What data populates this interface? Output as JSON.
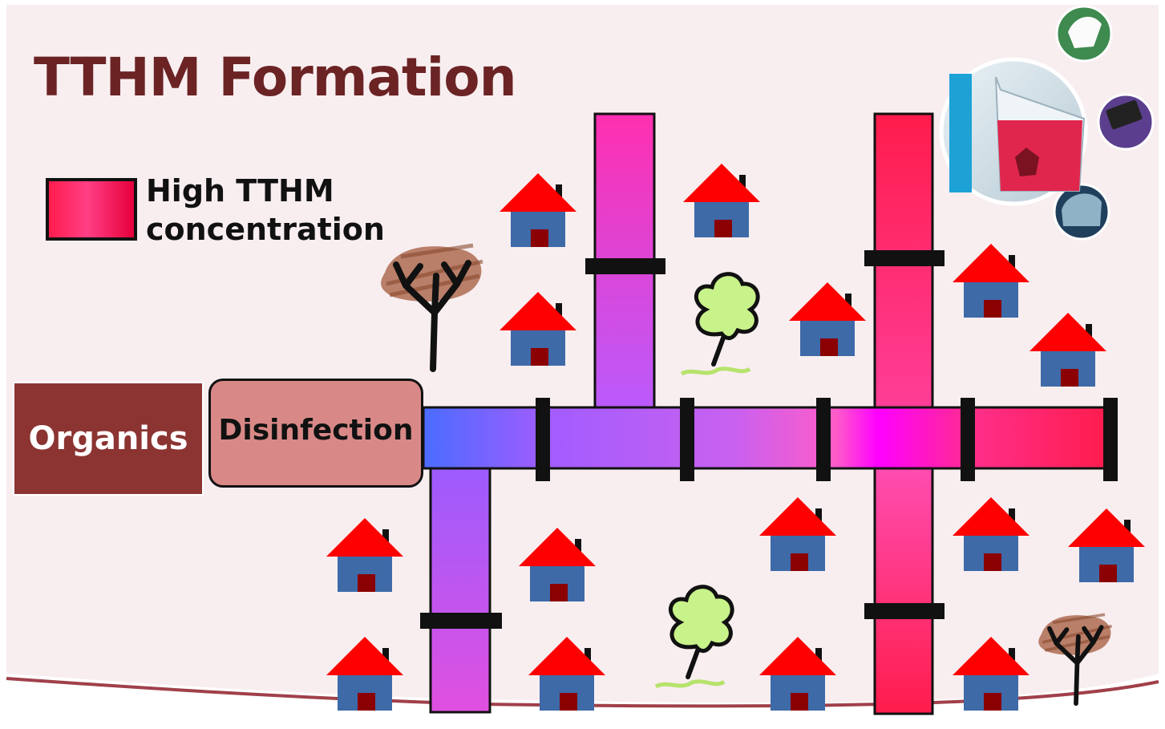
{
  "title": "TTHM Formation",
  "legend": {
    "label": "High TTHM\nconcentration",
    "swatch_color": "#ff1c4c"
  },
  "stages": {
    "organics": "Organics",
    "disinfection": "Disinfection"
  },
  "colors": {
    "title": "#6b2324",
    "background": "#f8eef0",
    "organics_box": "#8b3432",
    "disinfection_box": "#d88987",
    "pipe_low": "#4a6cff",
    "pipe_mid": "#c05cff",
    "pipe_high": "#ff1c4c",
    "house_roof": "#ff0000",
    "house_wall": "#3e6aa8",
    "house_door": "#8b0000",
    "bottom_curve": "#a0404a"
  },
  "icons": [
    "house-icon",
    "tree-icon",
    "dead-tree-icon",
    "lab-photo-bubble"
  ]
}
